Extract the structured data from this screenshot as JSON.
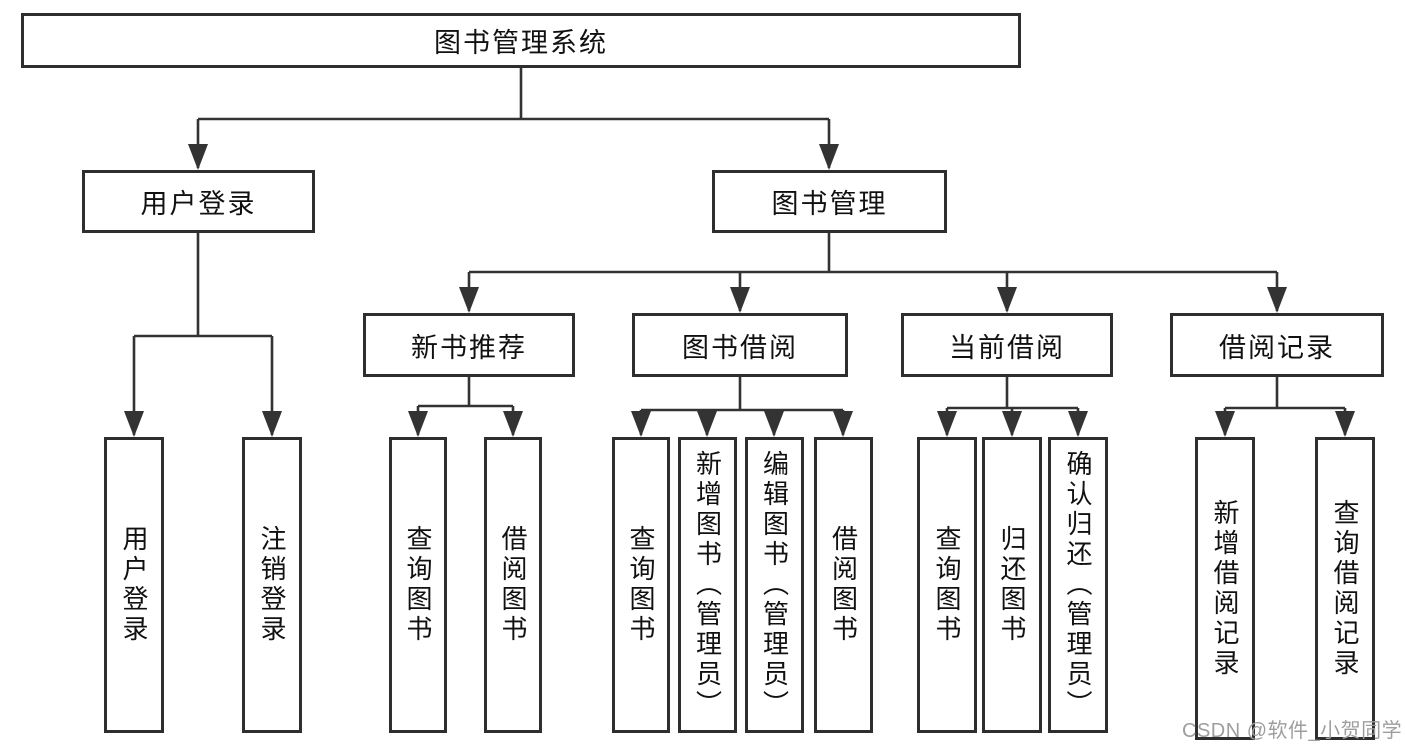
{
  "colors": {
    "line": "#333333",
    "box_border": "#2e2e2e",
    "text": "#111111",
    "watermark": "#9e9e9e",
    "background": "#ffffff"
  },
  "nodes": {
    "root": {
      "label": "图书管理系统"
    },
    "user_login": {
      "label": "用户登录"
    },
    "book_management": {
      "label": "图书管理"
    },
    "new_book_recommend": {
      "label": "新书推荐"
    },
    "book_borrow": {
      "label": "图书借阅"
    },
    "current_borrow": {
      "label": "当前借阅"
    },
    "borrow_records": {
      "label": "借阅记录"
    },
    "leaf_user_login": {
      "label": "用户登录"
    },
    "leaf_logout": {
      "label": "注销登录"
    },
    "leaf_query_book_rec": {
      "label": "查询图书"
    },
    "leaf_borrow_book_rec": {
      "label": "借阅图书"
    },
    "leaf_query_book_bor": {
      "label": "查询图书"
    },
    "leaf_add_book_admin": {
      "label": "新增图书（管理员）"
    },
    "leaf_edit_book_admin": {
      "label": "编辑图书（管理员）"
    },
    "leaf_borrow_book_bor": {
      "label": "借阅图书"
    },
    "leaf_query_book_cur": {
      "label": "查询图书"
    },
    "leaf_return_book": {
      "label": "归还图书"
    },
    "leaf_confirm_return_admin": {
      "label": "确认归还（管理员）"
    },
    "leaf_add_borrow_record": {
      "label": "新增借阅记录"
    },
    "leaf_query_borrow_record": {
      "label": "查询借阅记录"
    }
  },
  "hierarchy": {
    "图书管理系统": {
      "用户登录": [
        "用户登录",
        "注销登录"
      ],
      "图书管理": {
        "新书推荐": [
          "查询图书",
          "借阅图书"
        ],
        "图书借阅": [
          "查询图书",
          "新增图书（管理员）",
          "编辑图书（管理员）",
          "借阅图书"
        ],
        "当前借阅": [
          "查询图书",
          "归还图书",
          "确认归还（管理员）"
        ],
        "借阅记录": [
          "新增借阅记录",
          "查询借阅记录"
        ]
      }
    }
  },
  "watermark": {
    "text": "CSDN @软件_小贺同学"
  }
}
